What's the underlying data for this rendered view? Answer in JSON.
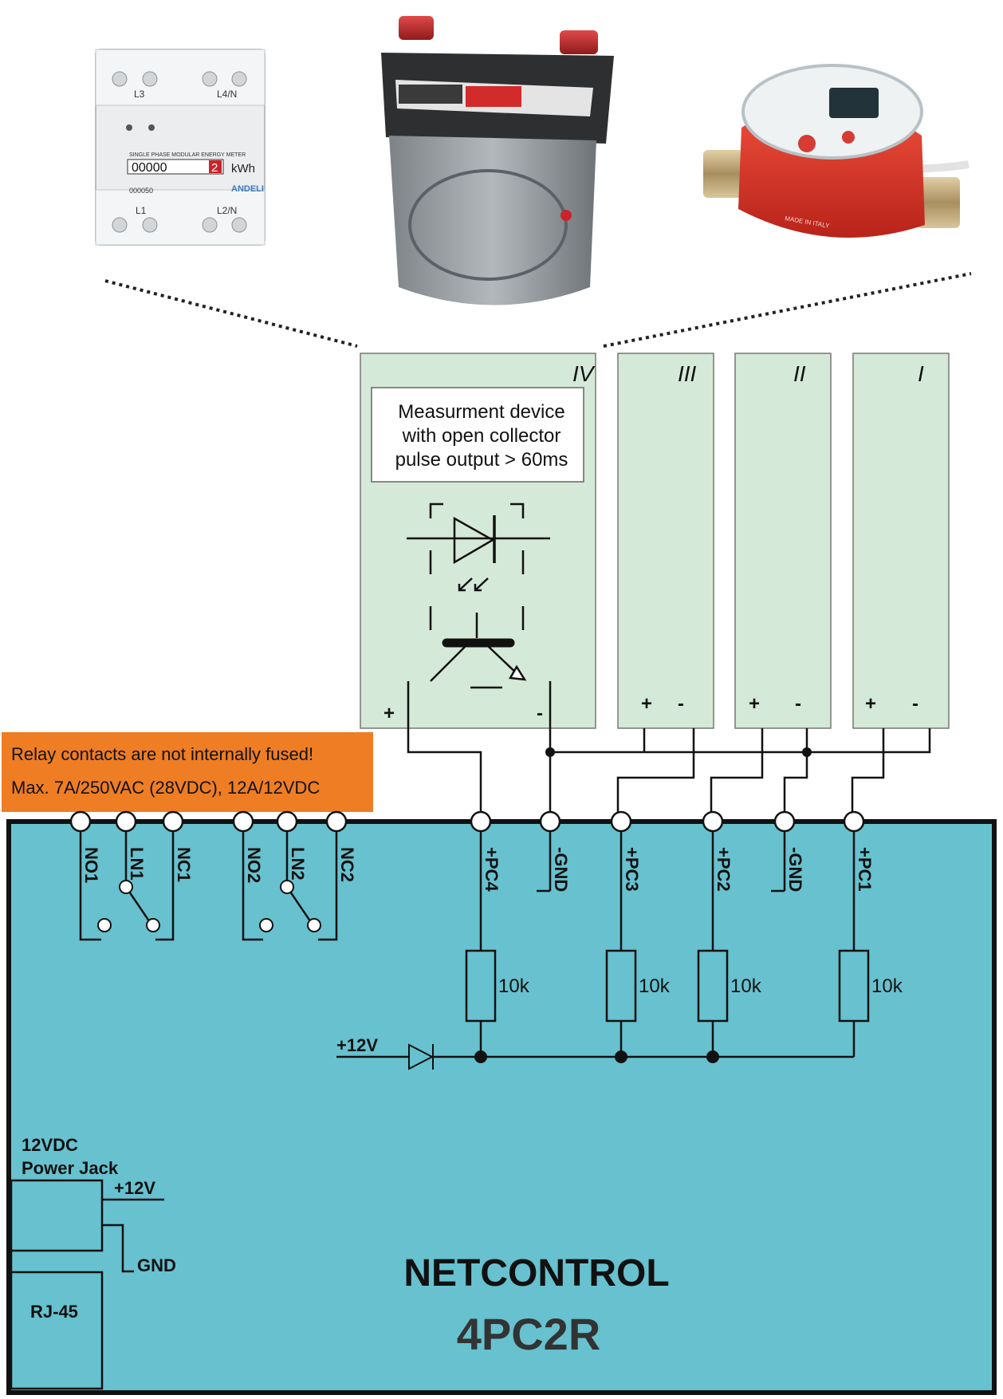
{
  "device": {
    "name": "NETCONTROL",
    "model": "4PC2R",
    "board_color": "#67c1cf"
  },
  "warning": {
    "line1": "Relay contacts are not internally fused!",
    "line2": "Max. 7A/250VAC (28VDC), 12A/12VDC",
    "color": "#ee7d24"
  },
  "meters": [
    {
      "name": "electricity-meter",
      "text": {
        "l3": "L3",
        "l4n": "L4/N",
        "title": "SINGLE PHASE MODULAR ENERGY METER",
        "display": "00000",
        "last_digit": "2",
        "unit": "kWh",
        "brand": "ANDELI",
        "no": "000050",
        "l1": "L1",
        "l2n": "L2/N"
      }
    },
    {
      "name": "gas-meter"
    },
    {
      "name": "water-meter",
      "text": {
        "made": "MADE IN ITALY"
      }
    }
  ],
  "channels": [
    {
      "id": "IV",
      "plus": "+",
      "minus": "-"
    },
    {
      "id": "III",
      "plus": "+",
      "minus": "-"
    },
    {
      "id": "II",
      "plus": "+",
      "minus": "-"
    },
    {
      "id": "I",
      "plus": "+",
      "minus": "-"
    }
  ],
  "device_description": {
    "line1": "Measurment device",
    "line2": "with open collector",
    "line3": "pulse output > 60ms"
  },
  "relay_pins": [
    "NO1",
    "LN1",
    "NC1",
    "NO2",
    "LN2",
    "NC2"
  ],
  "input_pins": [
    "+PC4",
    "-GND",
    "+PC3",
    "+PC2",
    "-GND",
    "+PC1"
  ],
  "resistors": [
    "10k",
    "10k",
    "10k",
    "10k"
  ],
  "supply_rail": "+12V",
  "power": {
    "title1": "12VDC",
    "title2": "Power Jack",
    "plus": "+12V",
    "gnd": "GND",
    "rj45": "RJ-45"
  }
}
